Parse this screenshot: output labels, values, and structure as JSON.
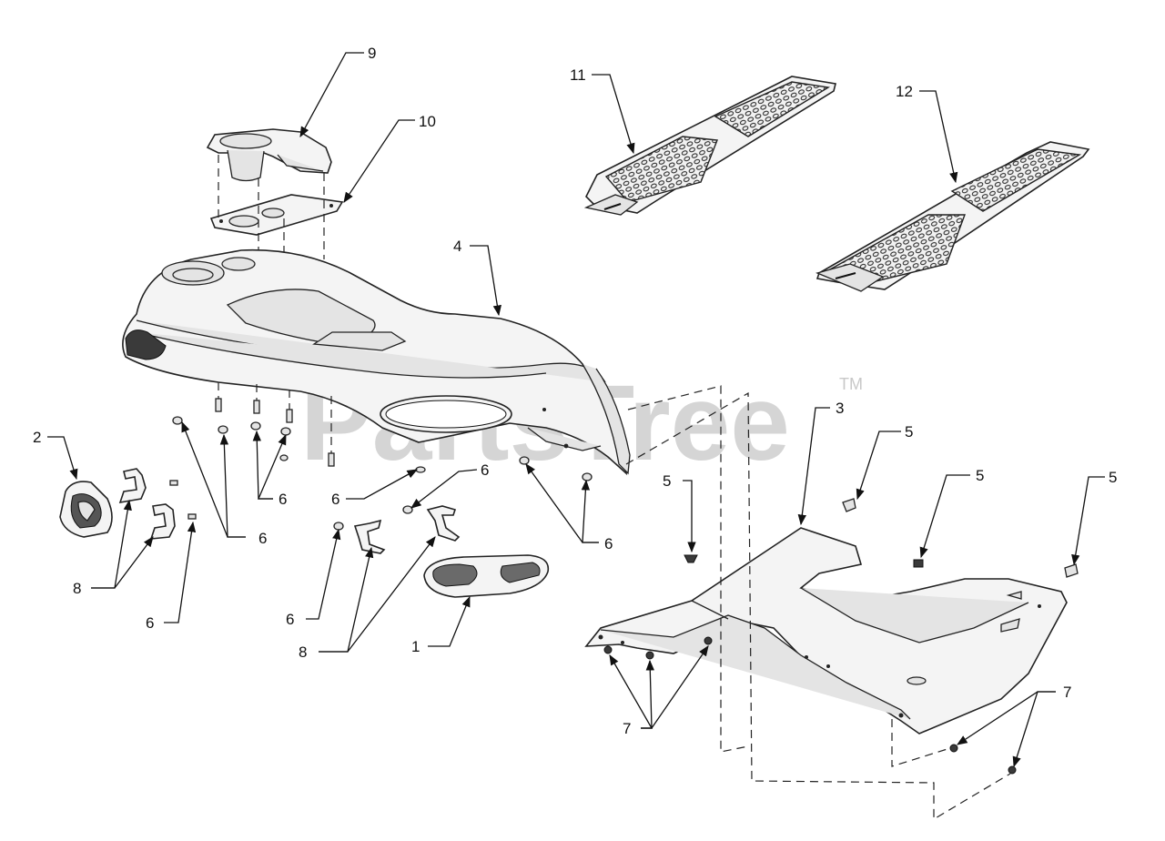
{
  "diagram": {
    "watermark": "PartsTree",
    "trademark": "TM",
    "callouts": {
      "c1": "1",
      "c2": "2",
      "c3": "3",
      "c4": "4",
      "c5a": "5",
      "c5b": "5",
      "c5c": "5",
      "c5d": "5",
      "c6a": "6",
      "c6b": "6",
      "c6c": "6",
      "c6d": "6",
      "c6e": "6",
      "c6f": "6",
      "c6g": "6",
      "c7a": "7",
      "c7b": "7",
      "c8a": "8",
      "c8b": "8",
      "c9": "9",
      "c10": "10",
      "c11": "11",
      "c12": "12"
    }
  }
}
